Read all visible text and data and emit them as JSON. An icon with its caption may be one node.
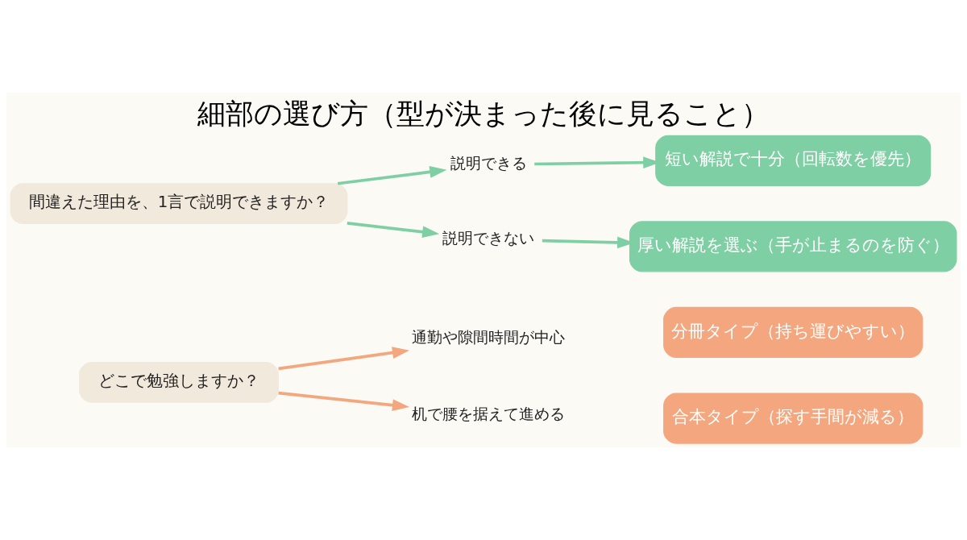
{
  "diagram": {
    "title": "細部の選び方（型が決まった後に見ること）",
    "nodes": [
      {
        "text": [
          "どこで勉強しますか？"
        ]
      },
      {
        "text": [
          "通勤や隙間時間が中心"
        ]
      },
      {
        "text": [
          "分冊タイプ（持ち運びやすい）"
        ]
      },
      {
        "text": [
          "机で腰を据えて進める"
        ]
      },
      {
        "text": [
          "合本タイプ（探す手間が減る）"
        ]
      },
      {
        "text": [
          "間違えた理由を、1言で説明できますか？"
        ]
      },
      {
        "text": [
          "説明できる"
        ]
      },
      {
        "text": [
          "短い解説で十分（回転数を優先）"
        ]
      },
      {
        "text": [
          "説明できない"
        ]
      },
      {
        "text": [
          "厚い解説を選ぶ（手が止まるのを防ぐ）"
        ]
      }
    ],
    "edges": [
      {
        "from": 0,
        "to": 1,
        "arrow": "to",
        "color": "#f4a77f"
      },
      {
        "from": 0,
        "to": 3,
        "arrow": "to",
        "color": "#f4a77f"
      },
      {
        "from": 5,
        "to": 6,
        "arrow": "to"
      },
      {
        "from": 5,
        "to": 8,
        "arrow": "to"
      },
      {
        "from": 6,
        "to": 7,
        "arrow": "to"
      },
      {
        "from": 8,
        "to": 9,
        "arrow": "to"
      }
    ]
  }
}
